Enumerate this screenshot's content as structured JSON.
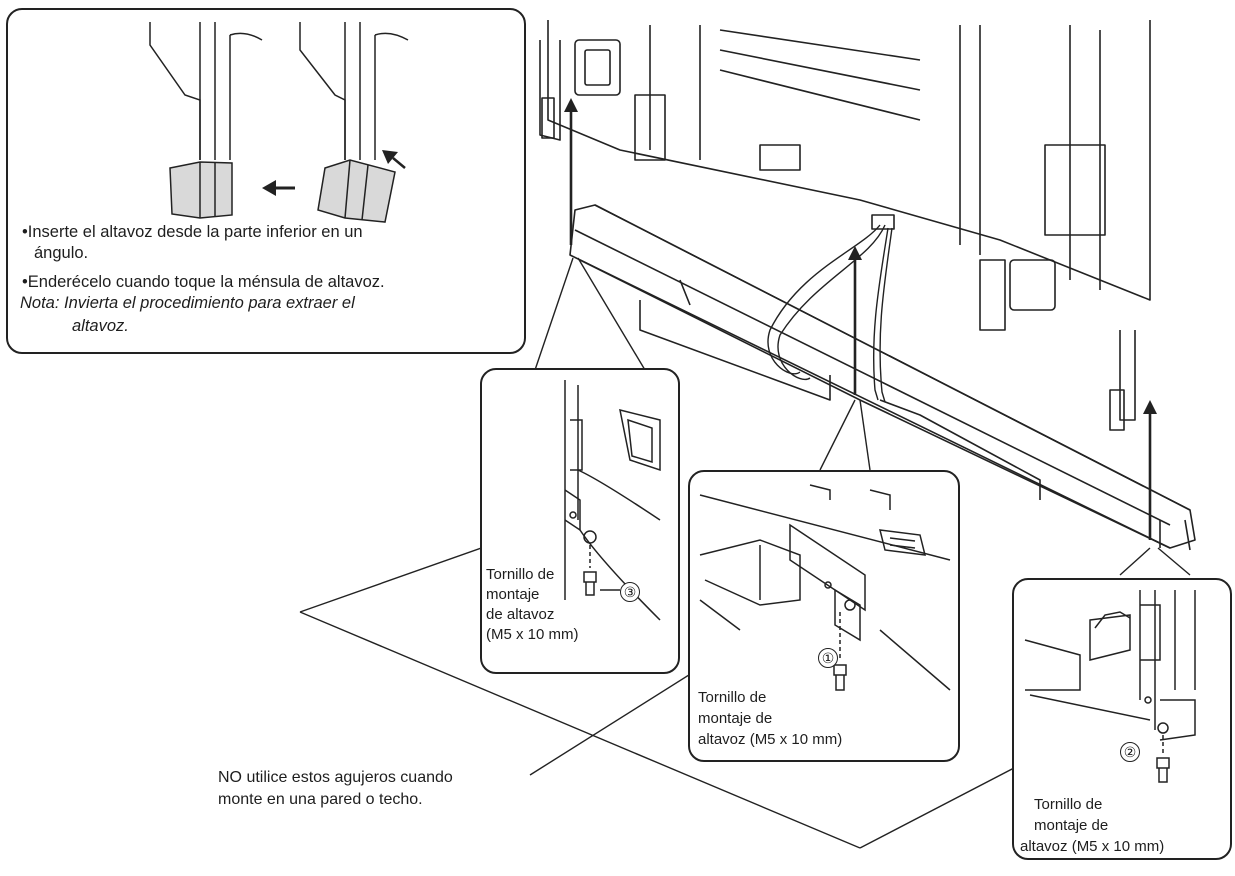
{
  "inset_instructions": {
    "bullet_1_line_1": "•Inserte el altavoz desde la parte inferior en un",
    "bullet_1_line_2": "ángulo.",
    "bullet_2": "•Enderécelo cuando toque la ménsula de altavoz.",
    "note_line_1": "Nota: Invierta el procedimiento para extraer el",
    "note_line_2": "altavoz."
  },
  "callouts": {
    "left": {
      "line_1": "Tornillo de",
      "line_2": "montaje",
      "line_3": "de altavoz",
      "line_4": "(M5 x 10 mm)",
      "number": "③"
    },
    "center": {
      "line_1": "Tornillo de",
      "line_2": "montaje de",
      "line_3": "altavoz (M5 x 10 mm)",
      "number": "①"
    },
    "right": {
      "line_1": "Tornillo de",
      "line_2": "montaje de",
      "line_3": "altavoz (M5 x 10 mm)",
      "number": "②"
    }
  },
  "warning": {
    "line_1": "NO utilice estos agujeros cuando",
    "line_2": "monte en una pared o techo."
  },
  "colors": {
    "line": "#222222",
    "speaker_fill": "#d9d9d9",
    "background": "#ffffff"
  }
}
